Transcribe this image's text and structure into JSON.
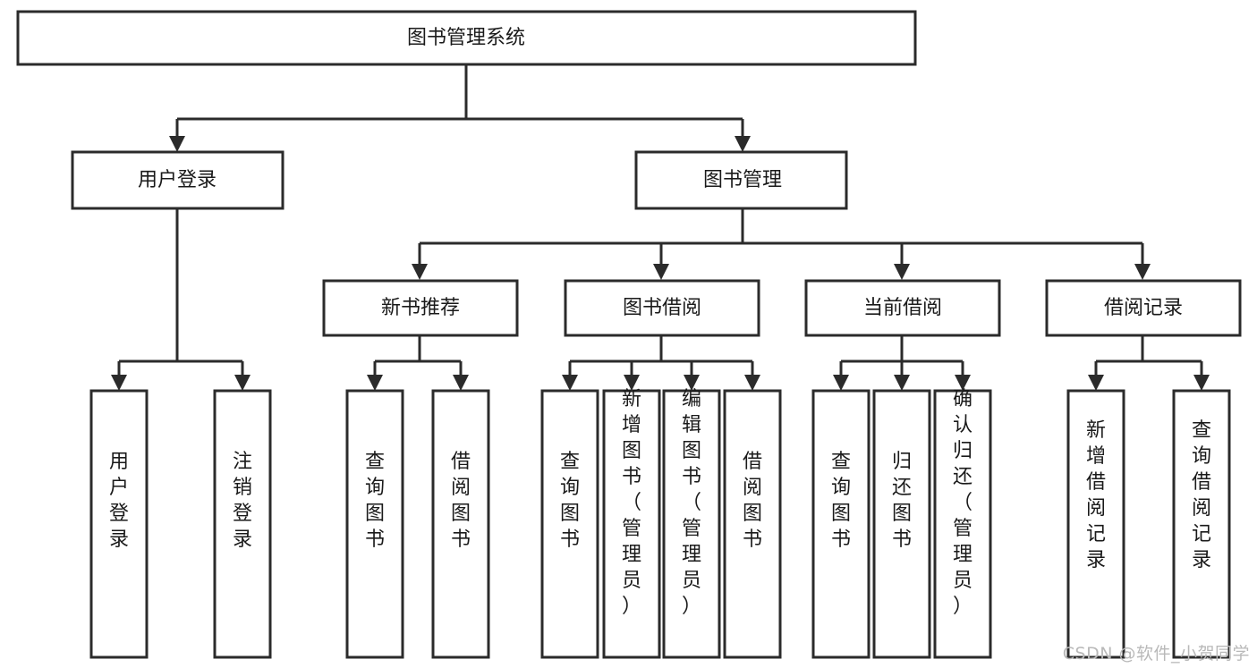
{
  "diagram": {
    "title": "图书管理系统",
    "type": "tree-hierarchy",
    "watermark": "CSDN @软件_小贺同学",
    "colors": {
      "box_stroke": "#2b2b2b",
      "box_fill": "#ffffff",
      "text": "#1a1a1a",
      "background": "#ffffff",
      "watermark": "#b9b9b9"
    },
    "nodes": {
      "root": {
        "label": "图书管理系统"
      },
      "level2": [
        {
          "id": "user-login",
          "label": "用户登录"
        },
        {
          "id": "book-management",
          "label": "图书管理"
        }
      ],
      "level3": [
        {
          "id": "new-book-recommend",
          "label": "新书推荐"
        },
        {
          "id": "book-borrow",
          "label": "图书借阅"
        },
        {
          "id": "current-borrow",
          "label": "当前借阅"
        },
        {
          "id": "borrow-record",
          "label": "借阅记录"
        }
      ],
      "leaves": {
        "user_login": [
          {
            "id": "leaf-user-login",
            "label": "用户登录"
          },
          {
            "id": "leaf-logout-login",
            "label": "注销登录"
          }
        ],
        "new_book_recommend": [
          {
            "id": "leaf-query-book-1",
            "label": "查询图书"
          },
          {
            "id": "leaf-borrow-book-1",
            "label": "借阅图书"
          }
        ],
        "book_borrow": [
          {
            "id": "leaf-query-book-2",
            "label": "查询图书"
          },
          {
            "id": "leaf-add-book",
            "label": "新增图书（管理员）"
          },
          {
            "id": "leaf-edit-book",
            "label": "编辑图书（管理员）"
          },
          {
            "id": "leaf-borrow-book-2",
            "label": "借阅图书"
          }
        ],
        "current_borrow": [
          {
            "id": "leaf-query-book-3",
            "label": "查询图书"
          },
          {
            "id": "leaf-return-book",
            "label": "归还图书"
          },
          {
            "id": "leaf-confirm-return",
            "label": "确认归还（管理员）"
          }
        ],
        "borrow_record": [
          {
            "id": "leaf-add-record",
            "label": "新增借阅记录"
          },
          {
            "id": "leaf-query-record",
            "label": "查询借阅记录"
          }
        ]
      }
    }
  }
}
